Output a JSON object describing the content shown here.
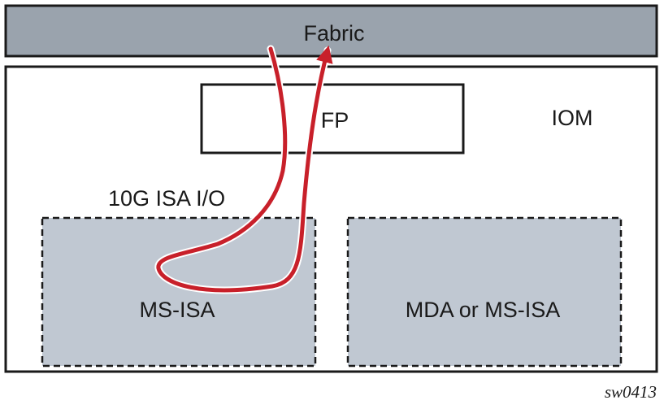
{
  "diagram": {
    "fabric_label": "Fabric",
    "fp_label": "FP",
    "iom_label": "IOM",
    "isa_io_label": "10G ISA I/O",
    "ms_isa_label": "MS-ISA",
    "mda_label": "MDA or MS-ISA",
    "figure_id": "sw0413"
  },
  "colors": {
    "fabric_fill": "#9aa3ad",
    "slot_fill": "#c0c8d2",
    "outline": "#1a1a1a",
    "flow": "#c8202a"
  }
}
